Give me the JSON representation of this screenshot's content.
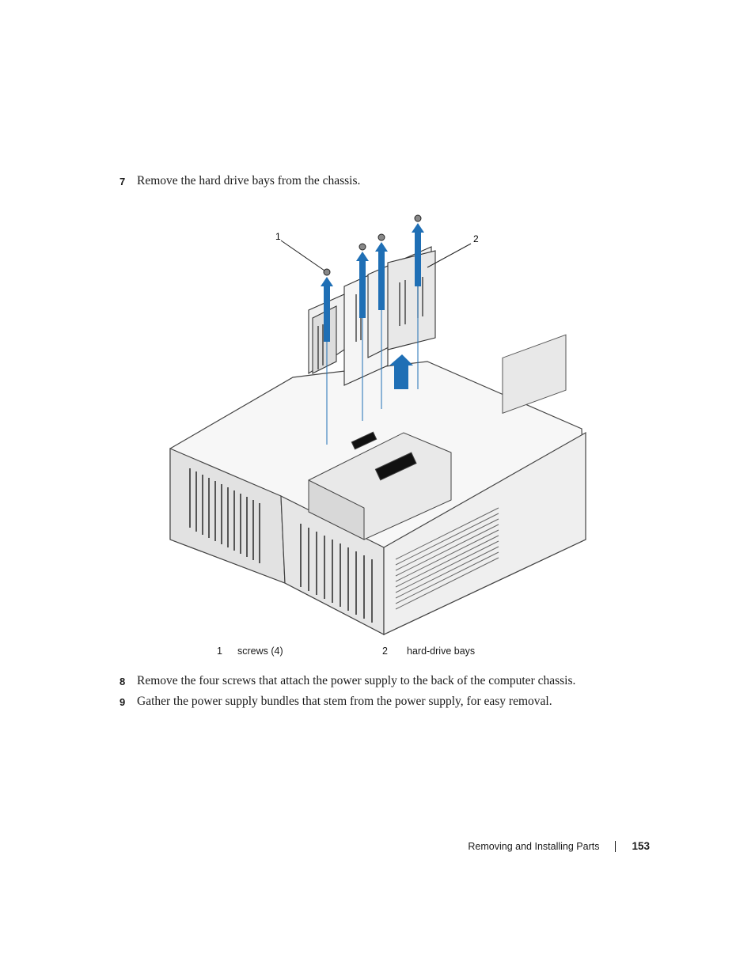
{
  "steps": [
    {
      "number": "7",
      "text": "Remove the hard drive bays from the chassis."
    },
    {
      "number": "8",
      "text": "Remove the four screws that attach the power supply to the back of the computer chassis."
    },
    {
      "number": "9",
      "text": "Gather the power supply bundles that stem from the power supply, for easy removal."
    }
  ],
  "figure": {
    "callouts": [
      {
        "number": "1",
        "label": "screws (4)"
      },
      {
        "number": "2",
        "label": "hard-drive bays"
      }
    ]
  },
  "footer": {
    "section": "Removing and Installing Parts",
    "page": "153"
  },
  "colors": {
    "arrow": "#1f6fb5",
    "text": "#1a1a1a"
  }
}
